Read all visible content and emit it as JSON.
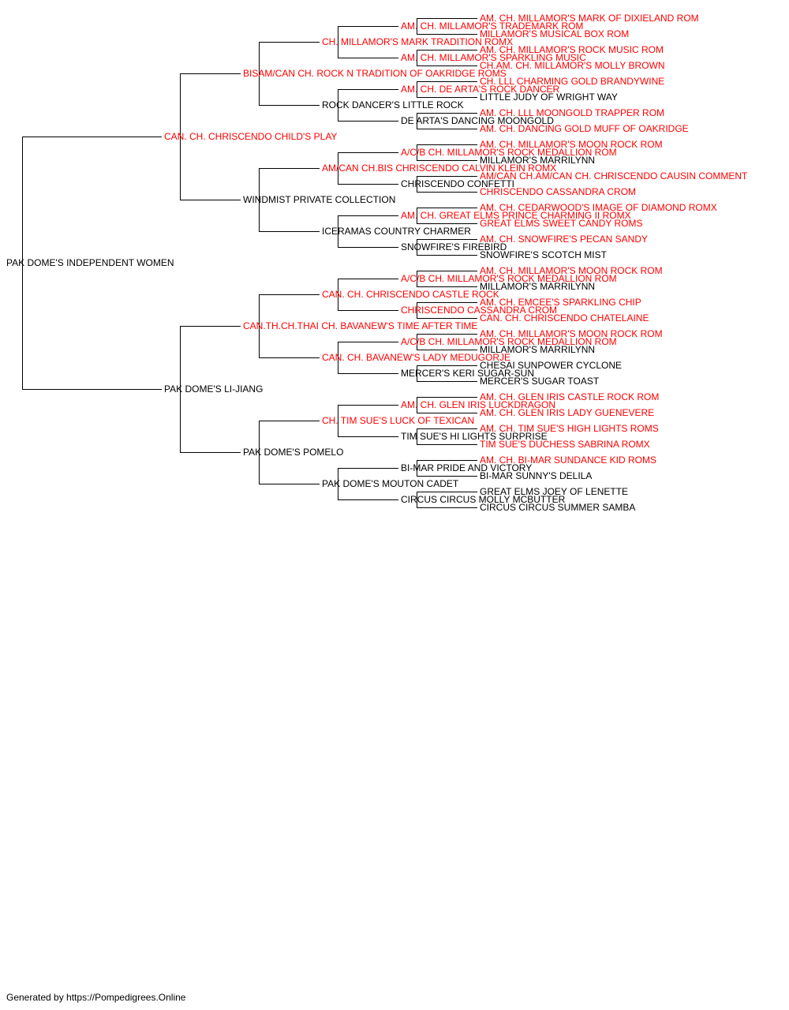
{
  "colors": {
    "champion": "#ff0000",
    "normal": "#000000",
    "line": "#000000"
  },
  "footer": "Generated by https://Pompedigrees.Online",
  "pedigree": {
    "name": "PAK DOME'S INDEPENDENT WOMEN",
    "champion": false,
    "sire": {
      "name": "CAN. CH. CHRISCENDO CHILD'S PLAY",
      "champion": true,
      "sire": {
        "name": "BISAM/CAN CH. ROCK N TRADITION OF OAKRIDGE ROMS",
        "champion": true,
        "sire": {
          "name": "CH. MILLAMOR'S MARK TRADITION ROMX",
          "champion": true,
          "sire": {
            "name": "AM. CH. MILLAMOR'S TRADEMARK ROM",
            "champion": true,
            "sire": {
              "name": "AM. CH. MILLAMOR'S MARK OF DIXIELAND ROM",
              "champion": true
            },
            "dam": {
              "name": "MILLAMOR'S MUSICAL BOX ROM",
              "champion": true
            }
          },
          "dam": {
            "name": "AM. CH. MILLAMOR'S SPARKLING MUSIC",
            "champion": true,
            "sire": {
              "name": "AM. CH. MILLAMOR'S ROCK MUSIC ROM",
              "champion": true
            },
            "dam": {
              "name": "CH.AM. CH. MILLAMOR'S MOLLY BROWN",
              "champion": true
            }
          }
        },
        "dam": {
          "name": "ROCK DANCER'S LITTLE ROCK",
          "champion": false,
          "sire": {
            "name": "AM. CH. DE ARTA'S ROCK DANCER",
            "champion": true,
            "sire": {
              "name": "CH. LLL CHARMING GOLD BRANDYWINE",
              "champion": true
            },
            "dam": {
              "name": "LITTLE JUDY OF WRIGHT WAY",
              "champion": false
            }
          },
          "dam": {
            "name": "DE ARTA'S DANCING MOONGOLD",
            "champion": false,
            "sire": {
              "name": "AM. CH. LLL MOONGOLD TRAPPER ROM",
              "champion": true
            },
            "dam": {
              "name": "AM. CH. DANCING GOLD MUFF OF OAKRIDGE",
              "champion": true
            }
          }
        }
      },
      "dam": {
        "name": "WINDMIST PRIVATE COLLECTION",
        "champion": false,
        "sire": {
          "name": "AM/CAN CH.BIS CHRISCENDO CALVIN KLEIN ROMX",
          "champion": true,
          "sire": {
            "name": "A/C/B CH. MILLAMOR'S ROCK MEDALLION ROM",
            "champion": true,
            "sire": {
              "name": "AM. CH. MILLAMOR'S MOON ROCK ROM",
              "champion": true
            },
            "dam": {
              "name": "MILLAMOR'S MARRILYNN",
              "champion": false
            }
          },
          "dam": {
            "name": "CHRISCENDO CONFETTI",
            "champion": false,
            "sire": {
              "name": "AM/CAN CH.AM/CAN CH. CHRISCENDO CAUSIN COMMENT",
              "champion": true
            },
            "dam": {
              "name": "CHRISCENDO CASSANDRA CROM",
              "champion": true
            }
          }
        },
        "dam": {
          "name": "ICERAMAS COUNTRY CHARMER",
          "champion": false,
          "sire": {
            "name": "AM. CH. GREAT ELMS PRINCE CHARMING II ROMX",
            "champion": true,
            "sire": {
              "name": "AM. CH. CEDARWOOD'S IMAGE OF DIAMOND ROMX",
              "champion": true
            },
            "dam": {
              "name": "GREAT ELMS SWEET CANDY ROMS",
              "champion": true
            }
          },
          "dam": {
            "name": "SNOWFIRE'S FIREBIRD",
            "champion": false,
            "sire": {
              "name": "AM. CH. SNOWFIRE'S PECAN SANDY",
              "champion": true
            },
            "dam": {
              "name": "SNOWFIRE'S SCOTCH MIST",
              "champion": false
            }
          }
        }
      }
    },
    "dam": {
      "name": "PAK DOME'S LI-JIANG",
      "champion": false,
      "sire": {
        "name": "CAN.TH.CH.THAI CH. BAVANEW'S TIME AFTER TIME",
        "champion": true,
        "sire": {
          "name": "CAN. CH. CHRISCENDO CASTLE ROCK",
          "champion": true,
          "sire": {
            "name": "A/C/B CH. MILLAMOR'S ROCK MEDALLION ROM",
            "champion": true,
            "sire": {
              "name": "AM. CH. MILLAMOR'S MOON ROCK ROM",
              "champion": true
            },
            "dam": {
              "name": "MILLAMOR'S MARRILYNN",
              "champion": false
            }
          },
          "dam": {
            "name": "CHRISCENDO CASSANDRA CROM",
            "champion": true,
            "sire": {
              "name": "AM. CH. EMCEE'S SPARKLING CHIP",
              "champion": true
            },
            "dam": {
              "name": "CAN. CH. CHRISCENDO CHATELAINE",
              "champion": true
            }
          }
        },
        "dam": {
          "name": "CAN. CH. BAVANEW'S LADY MEDUGORJE",
          "champion": true,
          "sire": {
            "name": "A/C/B CH. MILLAMOR'S ROCK MEDALLION ROM",
            "champion": true,
            "sire": {
              "name": "AM. CH. MILLAMOR'S MOON ROCK ROM",
              "champion": true
            },
            "dam": {
              "name": "MILLAMOR'S MARRILYNN",
              "champion": false
            }
          },
          "dam": {
            "name": "MERCER'S KERI SUGAR-SUN",
            "champion": false,
            "sire": {
              "name": "CHESAI SUNPOWER CYCLONE",
              "champion": false
            },
            "dam": {
              "name": "MERCER'S SUGAR TOAST",
              "champion": false
            }
          }
        }
      },
      "dam": {
        "name": "PAK DOME'S POMELO",
        "champion": false,
        "sire": {
          "name": "CH. TIM SUE'S LUCK OF TEXICAN",
          "champion": true,
          "sire": {
            "name": "AM. CH. GLEN IRIS LUCKDRAGON",
            "champion": true,
            "sire": {
              "name": "AM. CH. GLEN IRIS CASTLE ROCK ROM",
              "champion": true
            },
            "dam": {
              "name": "AM. CH. GLEN IRIS LADY GUENEVERE",
              "champion": true
            }
          },
          "dam": {
            "name": "TIM SUE'S HI LIGHTS SURPRISE",
            "champion": false,
            "sire": {
              "name": "AM. CH. TIM SUE'S HIGH LIGHTS ROMS",
              "champion": true
            },
            "dam": {
              "name": "TIM SUE'S DUCHESS SABRINA ROMX",
              "champion": true
            }
          }
        },
        "dam": {
          "name": "PAK DOME'S MOUTON CADET",
          "champion": false,
          "sire": {
            "name": "BI-MAR PRIDE AND VICTORY",
            "champion": false,
            "sire": {
              "name": "AM. CH. BI-MAR SUNDANCE KID ROMS",
              "champion": true
            },
            "dam": {
              "name": "BI-MAR SUNNY'S DELILA",
              "champion": false
            }
          },
          "dam": {
            "name": "CIRCUS CIRCUS MOLLY MCBUTTER",
            "champion": false,
            "sire": {
              "name": "GREAT ELMS JOEY OF LENETTE",
              "champion": false
            },
            "dam": {
              "name": "CIRCUS CIRCUS SUMMER SAMBA",
              "champion": false
            }
          }
        }
      }
    }
  }
}
